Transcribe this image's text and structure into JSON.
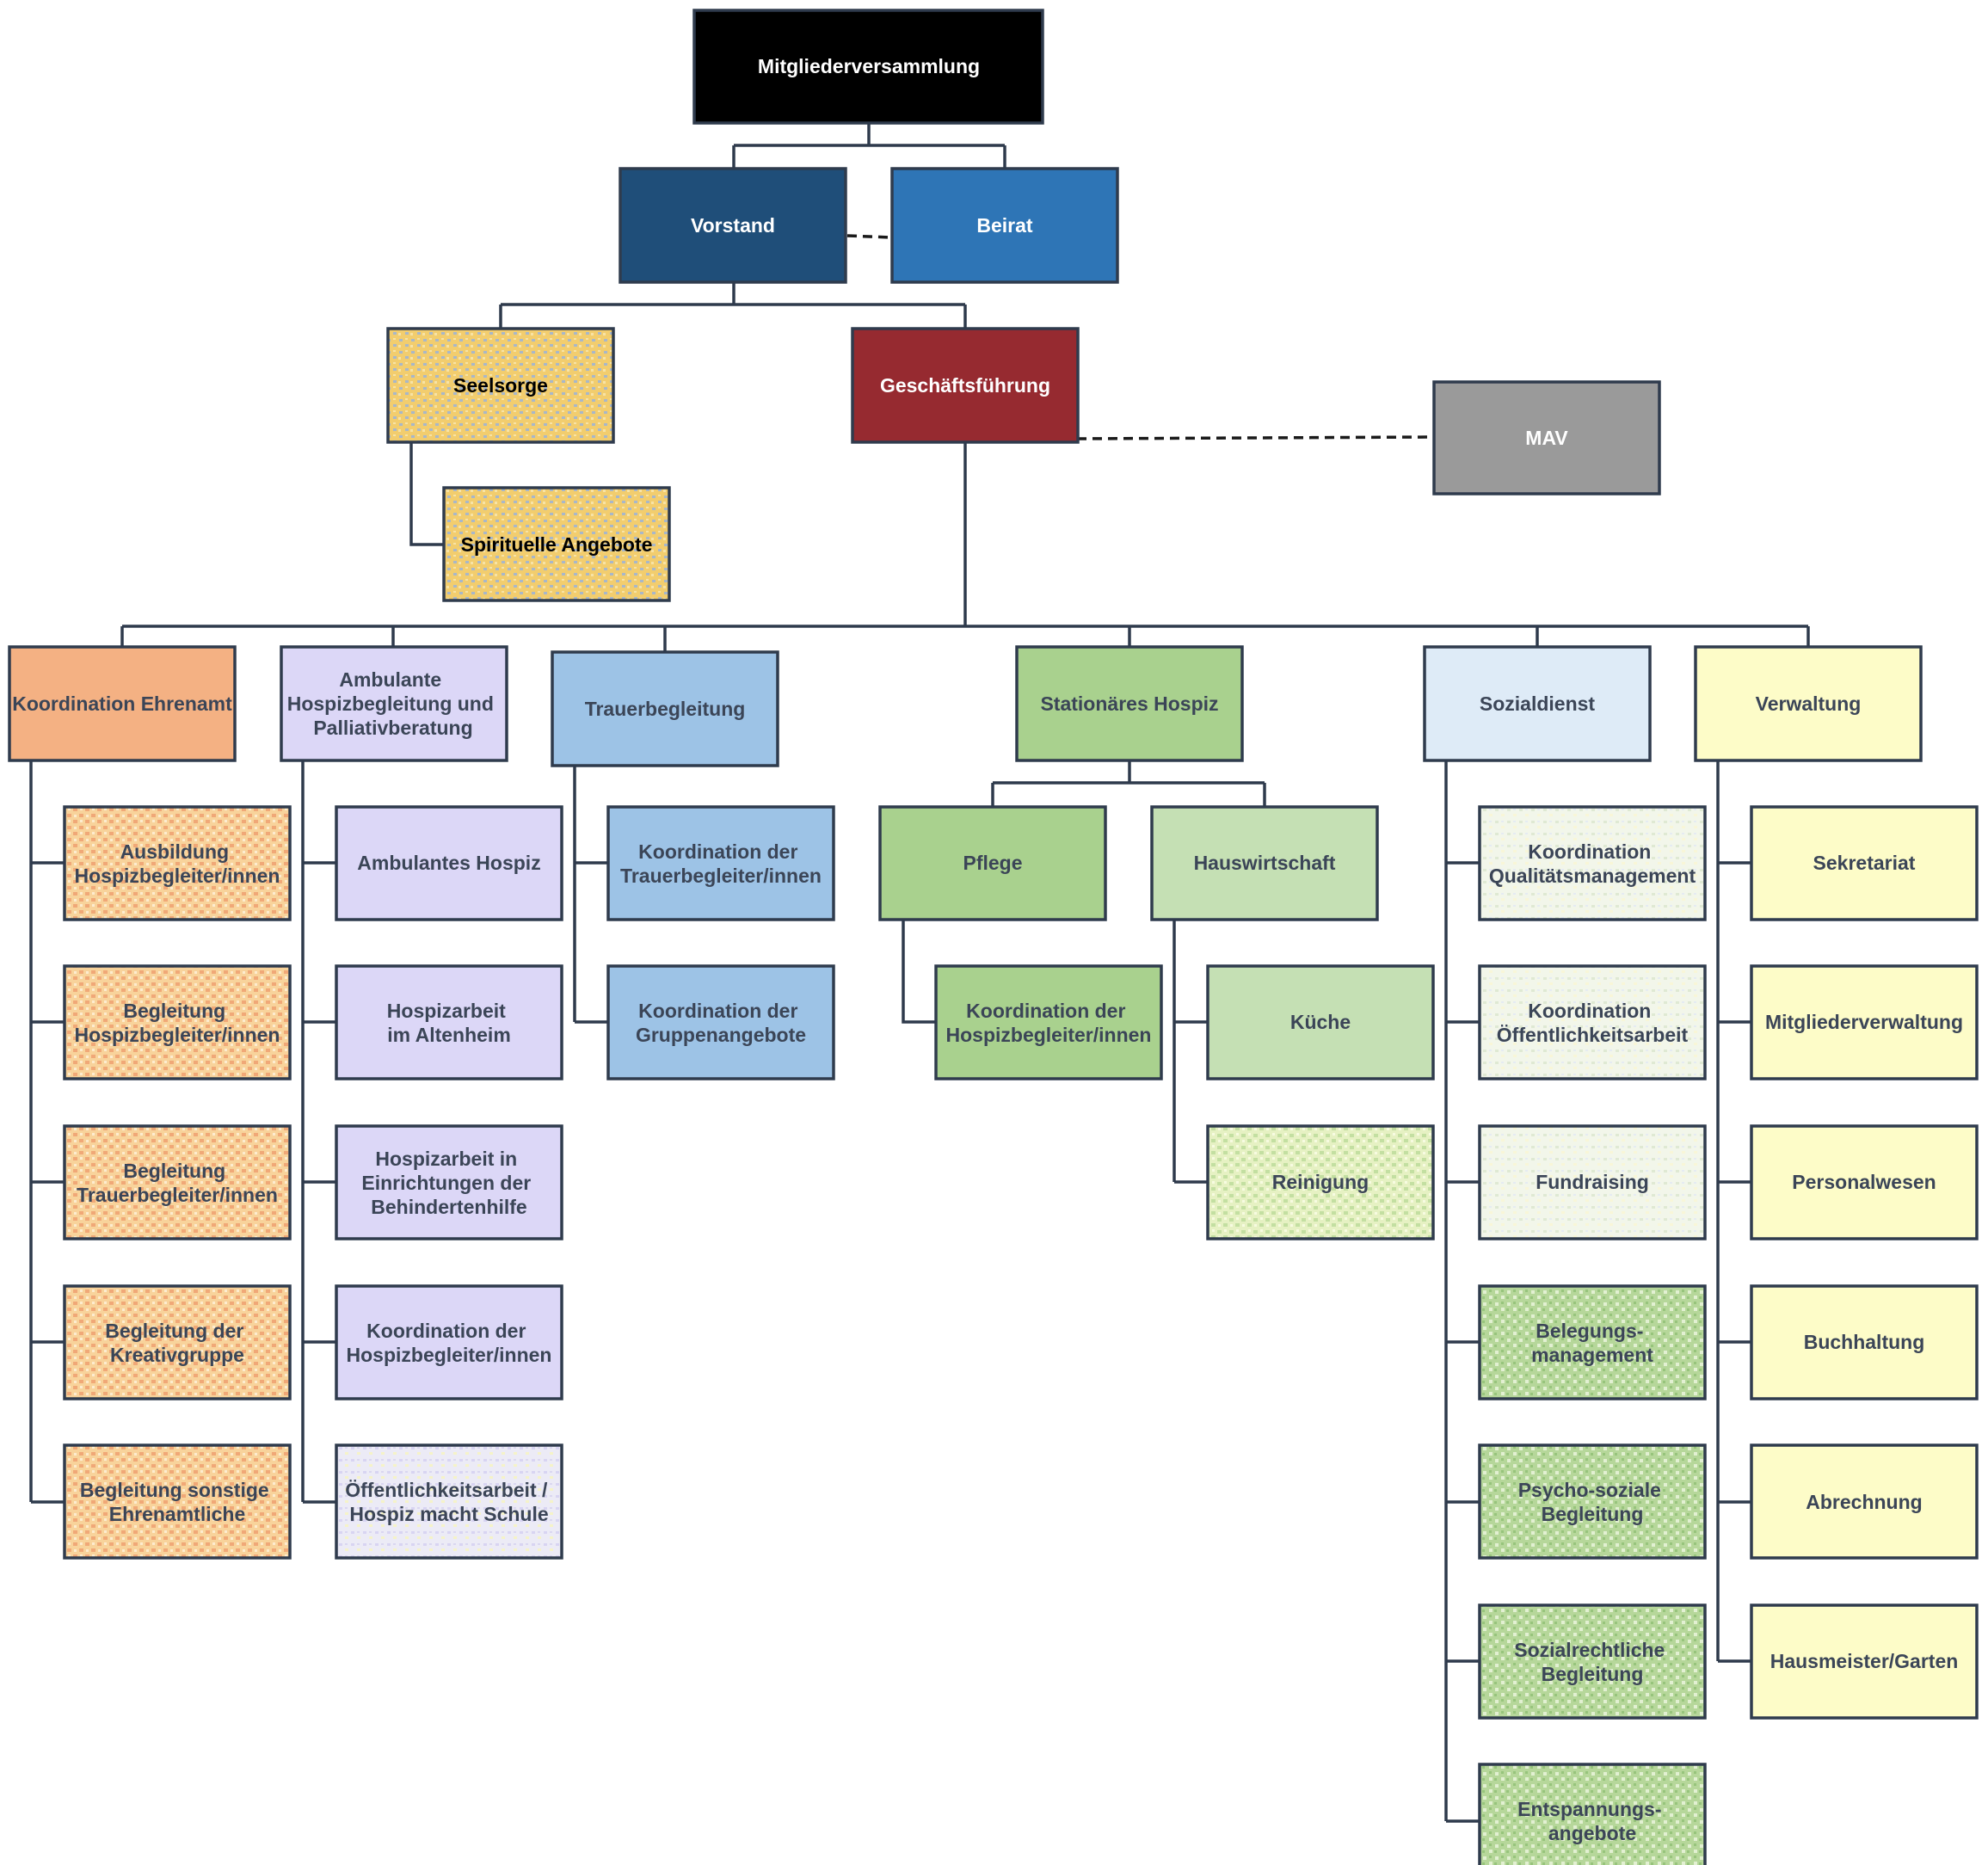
{
  "colors": {
    "black": "#000000",
    "navy": "#1f4e79",
    "blue": "#2e75b6",
    "red": "#962a30",
    "grey": "#9a9a9a",
    "gold": "#f2cd6e",
    "orange": "#f4b183",
    "lavender": "#dcd7f7",
    "lightblue": "#9dc3e6",
    "green": "#a9d18e",
    "lightgreen": "#c5e0b4",
    "paleblue": "#deebf7",
    "paleyellow": "#fdfcc8",
    "text_dark": "#3b4557",
    "text_light": "#ffffff"
  },
  "nodes": {
    "mitgliederversammlung": "Mitgliederversammlung",
    "vorstand": "Vorstand",
    "beirat": "Beirat",
    "seelsorge": "Seelsorge",
    "spirituelle": "Spirituelle Angebote",
    "geschaeftsfuehrung": "Geschäftsführung",
    "mav": "MAV",
    "koord_ehrenamt": "Koordination Ehrenamt",
    "ambulante": [
      "Ambulante",
      "Hospizbegleitung und",
      "Palliativberatung"
    ],
    "trauerbegleitung": "Trauerbegleitung",
    "stationaeres": "Stationäres Hospiz",
    "sozialdienst": "Sozialdienst",
    "verwaltung": "Verwaltung",
    "ausbildung": [
      "Ausbildung",
      "Hospizbegleiter/innen"
    ],
    "begl_hospiz": [
      "Begleitung",
      "Hospizbegleiter/innen"
    ],
    "begl_trauer": [
      "Begleitung",
      "Trauerbegleiter/innen"
    ],
    "begl_kreativ": [
      "Begleitung der",
      "Kreativgruppe"
    ],
    "begl_sonstige": [
      "Begleitung sonstige",
      "Ehrenamtliche"
    ],
    "ambulantes_hospiz": "Ambulantes Hospiz",
    "altenheim": [
      "Hospizarbeit",
      "im Altenheim"
    ],
    "behindertenhilfe": [
      "Hospizarbeit in",
      "Einrichtungen der",
      "Behindertenhilfe"
    ],
    "koord_hospizbegl_amb": [
      "Koordination der",
      "Hospizbegleiter/innen"
    ],
    "oeffentlich_schule": [
      "Öffentlichkeitsarbeit /",
      "Hospiz macht Schule"
    ],
    "koord_trauer": [
      "Koordination der",
      "Trauerbegleiter/innen"
    ],
    "koord_gruppen": [
      "Koordination der",
      "Gruppenangebote"
    ],
    "pflege": "Pflege",
    "hauswirtschaft": "Hauswirtschaft",
    "koord_hospizbegl_stat": [
      "Koordination der",
      "Hospizbegleiter/innen"
    ],
    "kueche": "Küche",
    "reinigung": "Reinigung",
    "qualitaet": [
      "Koordination",
      "Qualitätsmanagement"
    ],
    "oeffentlichkeit": [
      "Koordination",
      "Öffentlichkeitsarbeit"
    ],
    "fundraising": "Fundraising",
    "belegung": [
      "Belegungs-",
      "management"
    ],
    "psycho": [
      "Psycho-soziale",
      "Begleitung"
    ],
    "sozialrecht": [
      "Sozialrechtliche",
      "Begleitung"
    ],
    "entspannung": [
      "Entspannungs-",
      "angebote"
    ],
    "sekretariat": "Sekretariat",
    "mitgliederverwaltung": "Mitgliederverwaltung",
    "personalwesen": "Personalwesen",
    "buchhaltung": "Buchhaltung",
    "abrechnung": "Abrechnung",
    "hausmeister": "Hausmeister/Garten"
  }
}
